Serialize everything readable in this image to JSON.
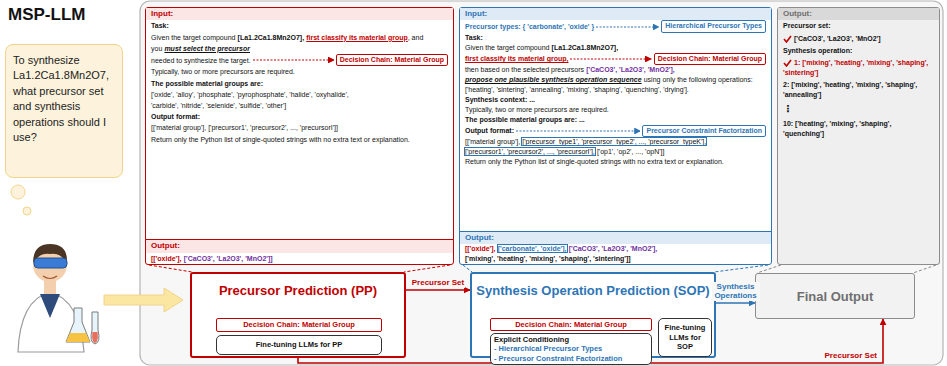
{
  "diagram": {
    "title": "MSP-LLM",
    "nodes": [
      {
        "text": [
          "To synthesize La1.2Ca1.8Mn2O7, what precursor set and synthesis operations should I use?"
        ]
      },
      {
        "text": [
          "Input:",
          "Task:",
          "Given the target compound",
          "[La1.2Ca1.8Mn2O7]",
          ",",
          "first classify its material group",
          ", and you",
          "must select the precursor",
          "needed to synthesize the target.",
          "Typically, two or more precursors are required.",
          "The possible material groups are:",
          "['oxide', 'alloy', 'phosphate', 'pyrophosphate', 'halide', 'oxyhalide',",
          "'carbide', 'nitride', 'selenide', 'sulfide', 'other']",
          "Output format:",
          "[['material group'], ['precursor1', 'precursor2', ..., 'precursorI']]",
          "Return only the Python list of single-quoted strings with no extra text or explanation.",
          "Output:",
          "[['oxide'],",
          "['CaCO3', 'La2O3', 'MnO2']]"
        ]
      },
      {
        "text": [
          "Decision Chain: Material Group"
        ],
        "in": 1
      },
      {
        "text": [
          "Input:",
          "Precursor types: { 'carbonate', 'oxide' }",
          "Task:",
          "Given the target compound",
          "[La1.2Ca1.8Mn2O7],",
          "first classify its material group,",
          "then based on the selected precursors",
          "['CaCO3', 'La2O3', 'MnO2'],",
          "propose one plausible synthesis operation sequence",
          "using only the following operations:",
          "['heating', 'sintering', 'annealing', 'mixing', 'shaping', 'quenching', 'drying'].",
          "Synthesis context: ...",
          "Typically, two or more precursors are required.",
          "The possible material groups are: ...",
          "Output format:",
          "[['material group'],",
          "['precursor_type1', 'precursor_type2', ..., 'precursor_typeK'],",
          "['precursor1', 'precursor2', ..., 'precursorI'],",
          "['op1', 'op2', ..., 'opN']]",
          "Return only the Python list of single-quoted strings with no extra text or explanation.",
          "Output:",
          "[['oxide'],",
          "['carbonate', 'oxide'],",
          "['CaCO3', 'La2O3', 'MnO2'],",
          "['mixing', 'heating', 'mixing', 'shaping', 'sintering']]"
        ]
      },
      {
        "text": [
          "Hierarchical Precursor Types"
        ],
        "in": 3
      },
      {
        "text": [
          "Decision Chain: Material Group"
        ],
        "in": 3
      },
      {
        "text": [
          "Precursor Constraint Factorization"
        ],
        "in": 3
      },
      {
        "text": [
          "Output:",
          "Precursor set:",
          "['CaCO3', 'La2O3', 'MnO2']",
          "Synthesis operation:",
          "1: ['mixing', 'heating', 'mixing', 'shaping', 'sintering']",
          "2: ['mixing', 'heating', 'mixing', 'shaping', 'annealing']",
          "⋮",
          "10: ['heating', 'mixing', 'shaping', 'quenching']"
        ]
      },
      {
        "text": [
          "Precursor Prediction (PP)"
        ]
      },
      {
        "text": [
          "Decision Chain: Material Group"
        ],
        "in": 8
      },
      {
        "text": [
          "Fine-tuning LLMs for PP"
        ],
        "in": 8
      },
      {
        "text": [
          "Synthesis Operation Prediction (SOP)"
        ]
      },
      {
        "text": [
          "Decision Chain: Material Group"
        ],
        "in": 11
      },
      {
        "text": [
          "Explicit Conditioning",
          "- Hierarchical Precursor Types",
          "- Precursor Constraint Factorization"
        ],
        "in": 11
      },
      {
        "text": [
          "Fine-tuning LLMs for SOP"
        ],
        "in": 11
      },
      {
        "text": [
          "Final Output"
        ]
      }
    ],
    "edges": [
      {
        "from": 1,
        "to": 8,
        "arrow": "none"
      },
      {
        "from": 3,
        "to": 11,
        "arrow": "none"
      },
      {
        "from": 7,
        "to": 15,
        "arrow": "none"
      },
      {
        "from": 8,
        "to": 11,
        "label": "Precursor Set",
        "arrow": "to"
      },
      {
        "from": 11,
        "to": 15,
        "label": "Synthesis Operations",
        "arrow": "to"
      },
      {
        "from": 8,
        "to": 15,
        "label": "Precursor Set",
        "arrow": "to"
      }
    ]
  }
}
